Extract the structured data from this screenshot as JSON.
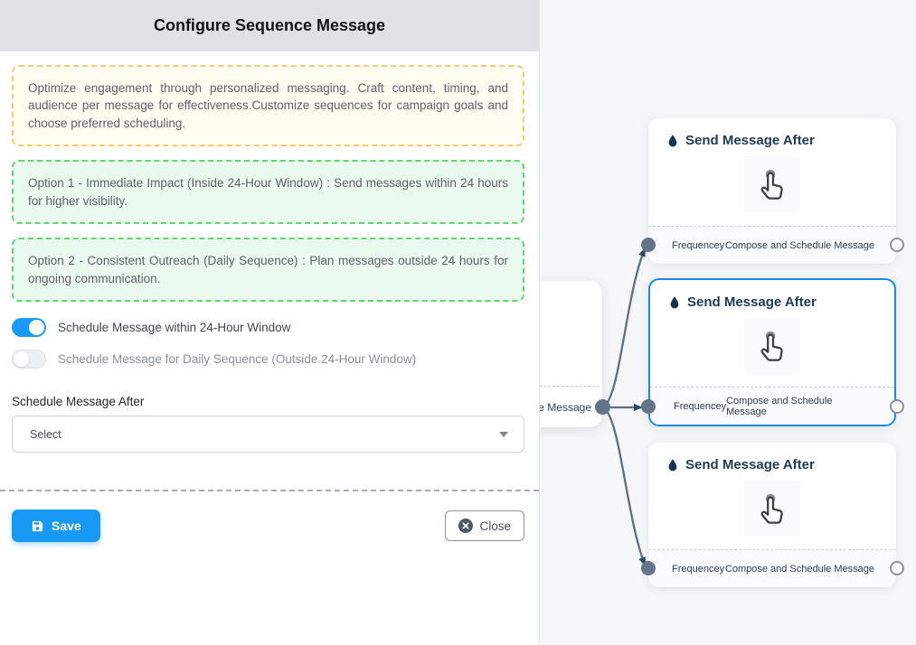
{
  "panel": {
    "title": "Configure Sequence Message",
    "info_note": "Optimize engagement through personalized messaging. Craft content, timing, and audience per message for effectiveness.Customize sequences for campaign goals and choose preferred scheduling.",
    "option1_note": "Option 1 - Immediate Impact (Inside 24-Hour Window) : Send messages within 24 hours for higher visibility.",
    "option2_note": "Option 2 - Consistent Outreach (Daily Sequence) : Plan messages outside 24 hours for ongoing communication.",
    "toggles": [
      {
        "label": "Schedule Message within 24-Hour Window",
        "state": "on"
      },
      {
        "label": "Schedule Message for Daily Sequence (Outside 24-Hour Window)",
        "state": "off"
      }
    ],
    "schedule_field": {
      "label": "Schedule Message After",
      "value": "Select"
    },
    "save_label": "Save",
    "close_label": "Close"
  },
  "flow": {
    "source_node": {
      "visible_label": "ce Message"
    },
    "nodes": [
      {
        "title": "Send Message After",
        "handles": [
          "Frequencey",
          "Compose and Schedule Message"
        ],
        "selected": false
      },
      {
        "title": "Send Message After",
        "handles": [
          "Frequencey",
          "Compose and Schedule Message"
        ],
        "selected": true
      },
      {
        "title": "Send Message After",
        "handles": [
          "Frequencey",
          "Compose and Schedule Message"
        ],
        "selected": false
      }
    ]
  },
  "icons": {
    "save": "floppy-disk",
    "close": "circle-x",
    "node_title": "water-drop",
    "node_body": "tap-hand",
    "select": "chevron-down"
  },
  "colors": {
    "accent_blue": "#189af4",
    "selected_border": "#1e88e5",
    "warning_border": "#fbc96c",
    "warning_bg": "#fffdf2",
    "success_border": "#63d56e",
    "success_bg": "#ebfaee",
    "header_bg": "#dfe3e8",
    "edge": "#5c6f82",
    "title_navy": "#1d3b53",
    "canvas_bg": "#f5f6f8"
  }
}
